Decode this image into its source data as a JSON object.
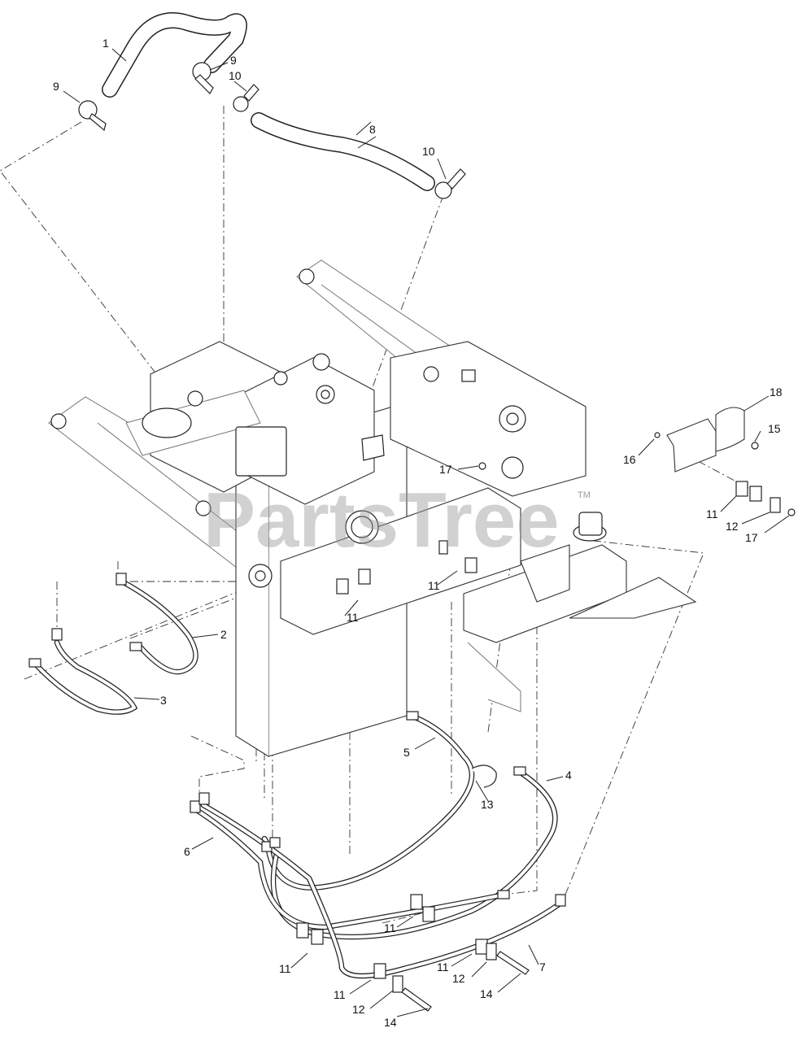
{
  "watermark": {
    "text": "PartsTree",
    "trademark": "TM"
  },
  "callouts": {
    "c1": "1",
    "c2": "2",
    "c3": "3",
    "c4": "4",
    "c5": "5",
    "c6": "6",
    "c7": "7",
    "c8": "8",
    "c9a": "9",
    "c9b": "9",
    "c10a": "10",
    "c10b": "10",
    "c11a": "11",
    "c11b": "11",
    "c11c": "11",
    "c11d": "11",
    "c11e": "11",
    "c11f": "11",
    "c11g": "11",
    "c12a": "12",
    "c12b": "12",
    "c12c": "12",
    "c13": "13",
    "c14a": "14",
    "c14b": "14",
    "c15": "15",
    "c16": "16",
    "c17a": "17",
    "c17b": "17",
    "c18": "18"
  }
}
